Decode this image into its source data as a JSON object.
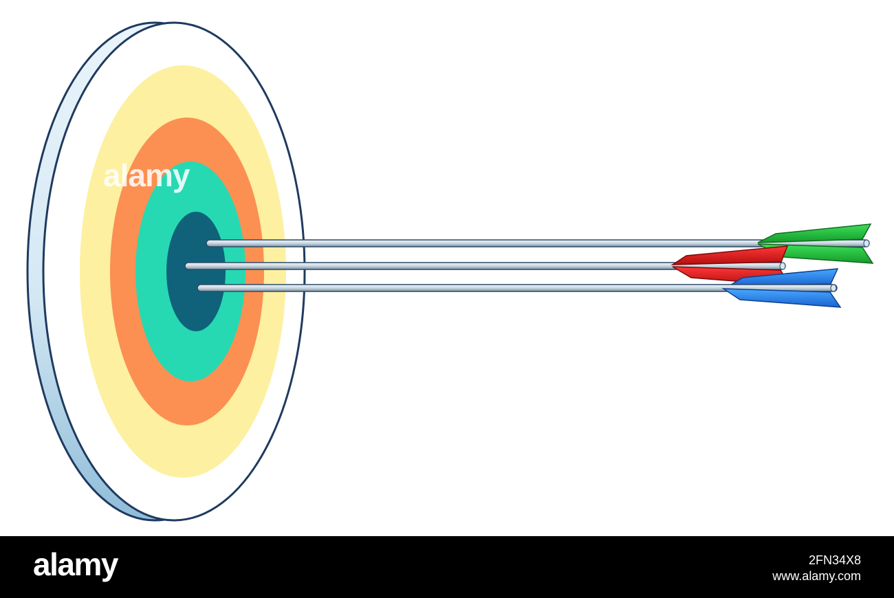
{
  "watermark": {
    "center_text": "alamy"
  },
  "footer": {
    "logo_text": "alamy",
    "image_id": "2FN34X8",
    "site_url": "www.alamy.com"
  },
  "colors": {
    "background": "#ffffff",
    "outline": "#1f3a5f",
    "target_face": "#ffffff",
    "ring_yellow": "#fdf0a0",
    "ring_orange": "#fb9052",
    "ring_teal": "#26d9b3",
    "bullseye": "#0f6279",
    "shaft": "#d8e6ef",
    "fletch_green": "#22c23a",
    "fletch_red": "#e62222",
    "fletch_blue": "#2f8ff0",
    "footer_bar": "#000000"
  },
  "arrows": [
    {
      "name": "green-arrow",
      "fletching_color": "green"
    },
    {
      "name": "red-arrow",
      "fletching_color": "red"
    },
    {
      "name": "blue-arrow",
      "fletching_color": "blue"
    }
  ]
}
